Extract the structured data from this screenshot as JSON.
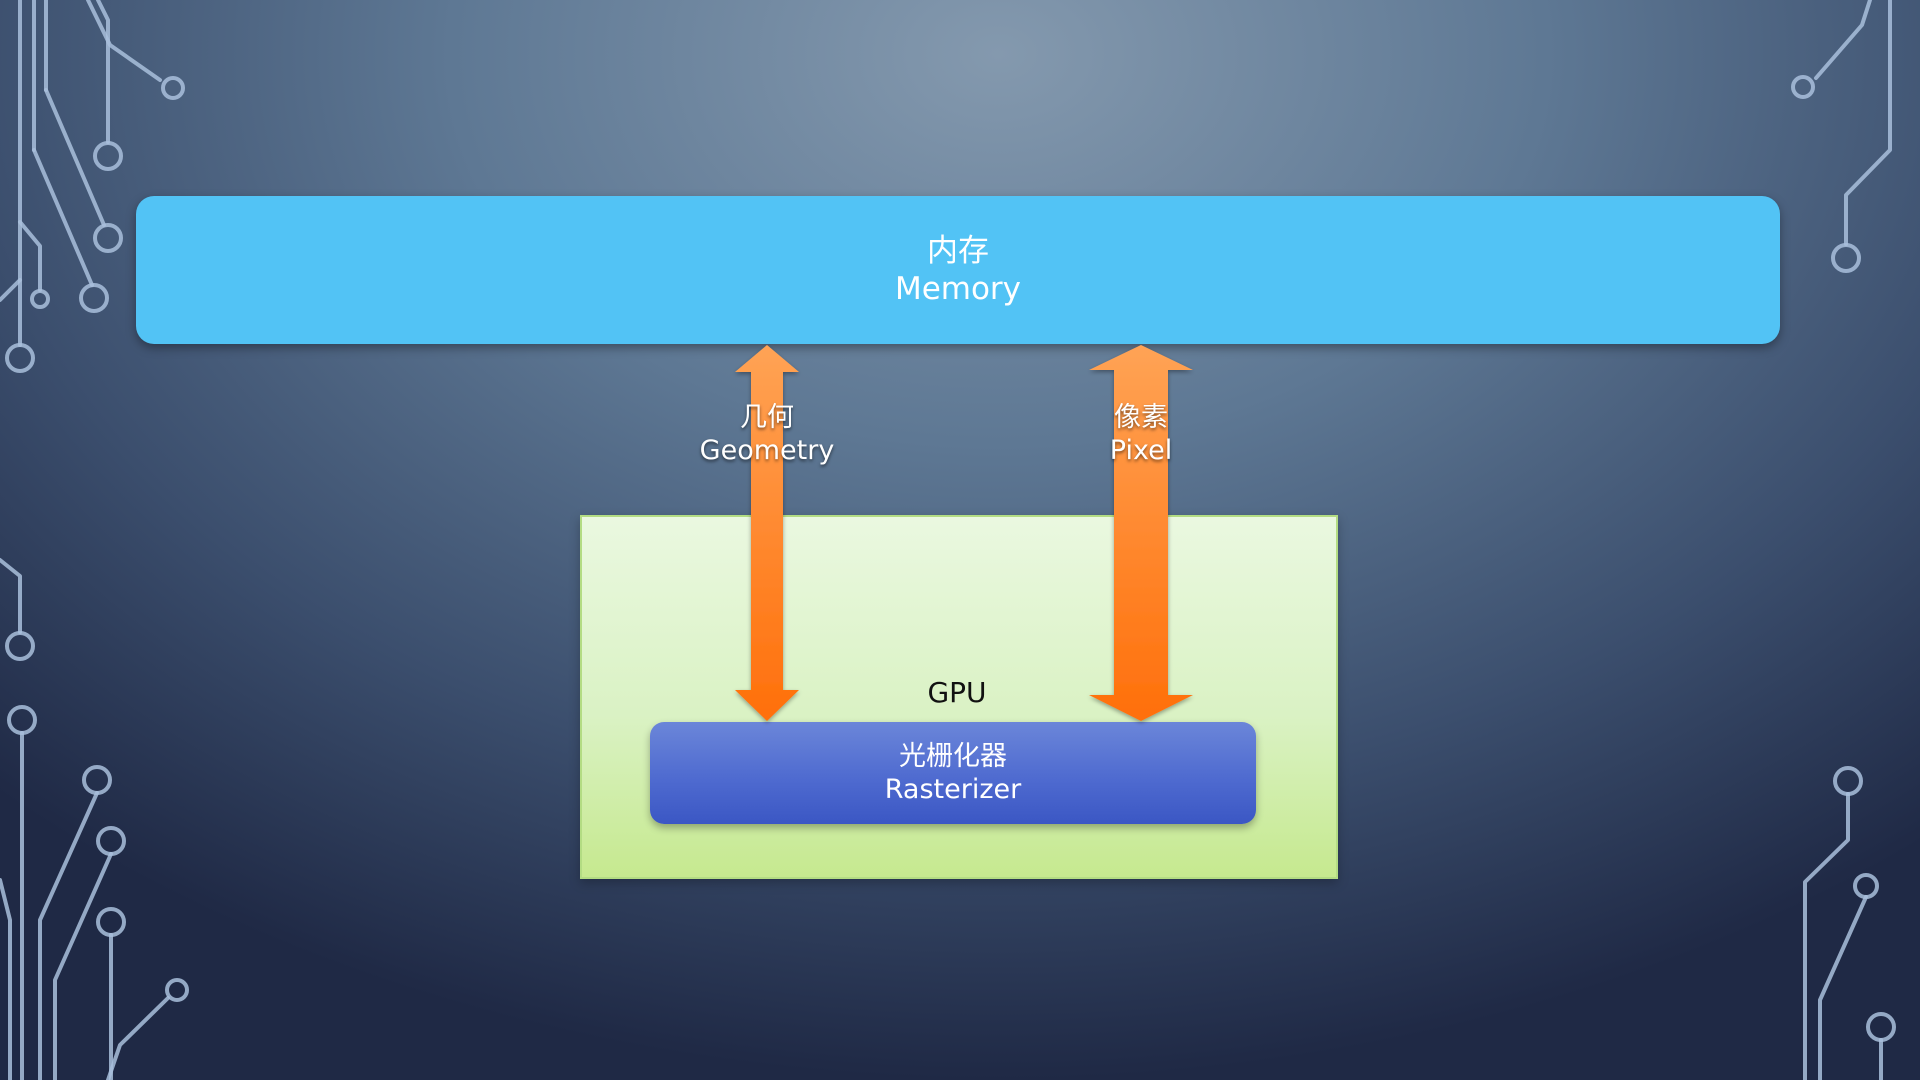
{
  "memory": {
    "title_cn": "内存",
    "title_en": "Memory"
  },
  "gpu": {
    "label": "GPU"
  },
  "rasterizer": {
    "title_cn": "光栅化器",
    "title_en": "Rasterizer"
  },
  "arrows": {
    "geometry": {
      "label_cn": "几何",
      "label_en": "Geometry",
      "direction": "bidirectional"
    },
    "pixel": {
      "label_cn": "像素",
      "label_en": "Pixel",
      "direction": "bidirectional"
    }
  },
  "colors": {
    "memory": "#52c3f5",
    "gpu": "#daf2c4",
    "rasterizer": "#4f6bd0",
    "arrow": "#ff7a1a",
    "circuit": "#a9bfdc"
  }
}
